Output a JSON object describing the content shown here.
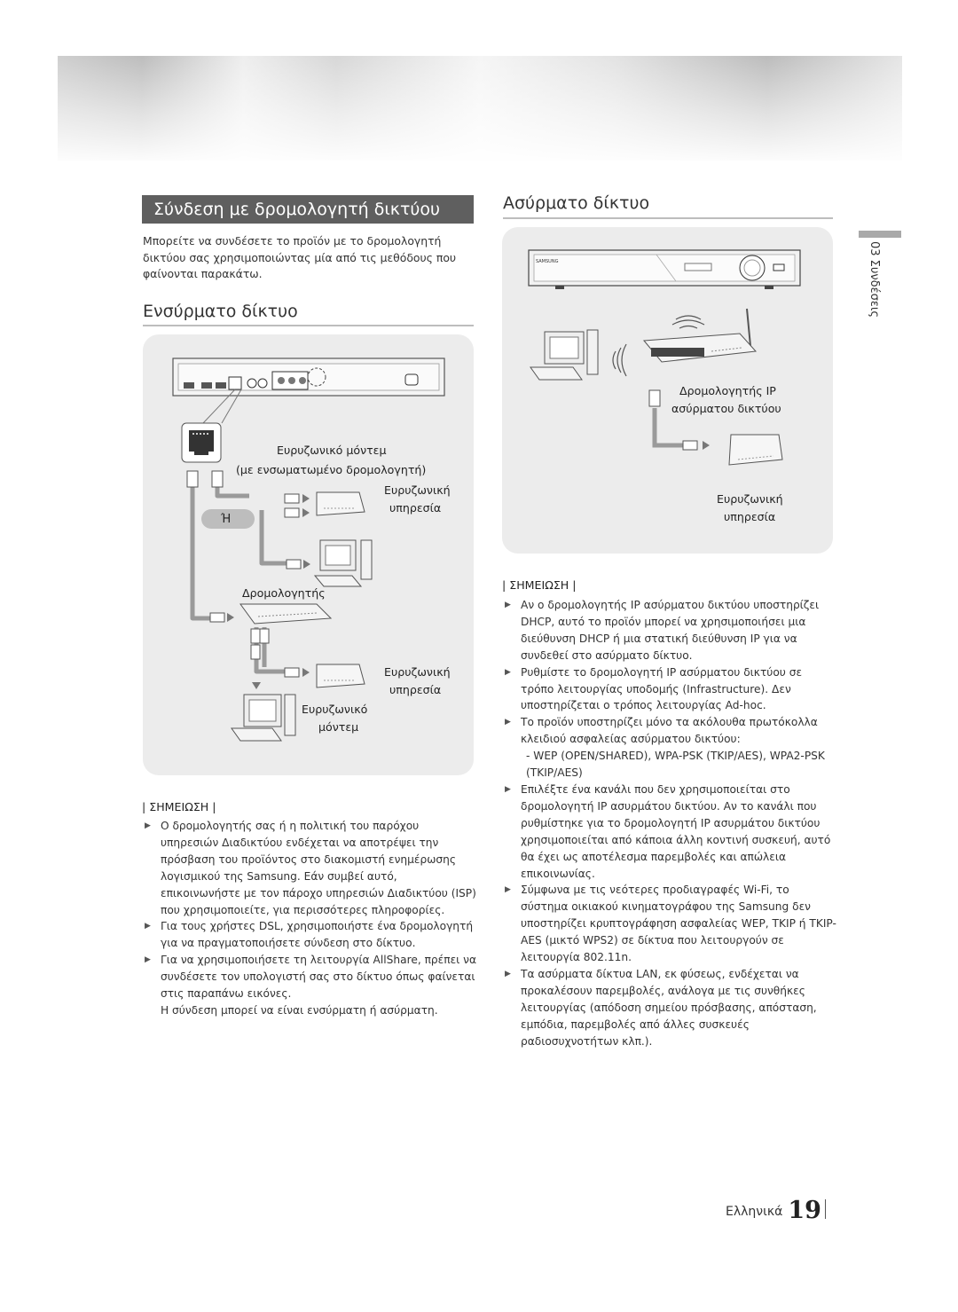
{
  "header": {
    "banner": ""
  },
  "left": {
    "section_title": "Σύνδεση με δρομολογητή δικτύου",
    "intro": "Μπορείτε να συνδέσετε το προϊόν με το δρομολογητή δικτύου σας χρησιμοποιώντας μία από τις μεθόδους που φαίνονται παρακάτω.",
    "wired_title": "Ενσύρματο δίκτυο",
    "diagram": {
      "modem_label_1": "Ευρυζωνικό μόντεμ",
      "modem_label_2": "(με ενσωματωμένο δρομολογητή)",
      "service_1a": "Ευρυζωνική",
      "service_1b": "υπηρεσία",
      "or_label": "Ή",
      "router_label": "Δρομολογητής",
      "service_2a": "Ευρυζωνική",
      "service_2b": "υπηρεσία",
      "modem2_a": "Ευρυζωνικό",
      "modem2_b": "μόντεμ"
    },
    "note_heading": "| ΣΗΜΕΙΩΣΗ |",
    "notes": [
      "Ο δρομολογητής σας ή η πολιτική του παρόχου υπηρεσιών Διαδικτύου ενδέχεται να αποτρέψει την πρόσβαση του προϊόντος στο διακομιστή ενημέρωσης λογισμικού της Samsung. Εάν συμβεί αυτό, επικοινωνήστε με τον πάροχο υπηρεσιών Διαδικτύου (ISP) που χρησιμοποιείτε, για περισσότερες πληροφορίες.",
      "Για τους χρήστες DSL, χρησιμοποιήστε ένα δρομολογητή για να πραγματοποιήσετε σύνδεση στο δίκτυο.",
      "Για να χρησιμοποιήσετε τη λειτουργία AllShare, πρέπει να συνδέσετε τον υπολογιστή σας στο δίκτυο όπως φαίνεται στις παραπάνω εικόνες."
    ],
    "notes_tail": "Η σύνδεση μπορεί να είναι ενσύρματη ή ασύρματη."
  },
  "right": {
    "wireless_title": "Ασύρματο δίκτυο",
    "diagram": {
      "brand": "SAMSUNG",
      "router_ip_1": "Δρομολογητής IP",
      "router_ip_2": "ασύρματου δικτύου",
      "service_a": "Ευρυζωνική",
      "service_b": "υπηρεσία"
    },
    "note_heading": "| ΣΗΜΕΙΩΣΗ |",
    "notes": [
      "Αν ο δρομολογητής IP ασύρματου δικτύου υποστηρίζει DHCP, αυτό το προϊόν μπορεί να χρησιμοποιήσει μια διεύθυνση DHCP ή μια στατική διεύθυνση IP για να συνδεθεί στο ασύρματο δίκτυο.",
      "Ρυθμίστε το δρομολογητή IP ασύρματου δικτύου σε τρόπο λειτουργίας υποδομής (Infrastructure). Δεν υποστηρίζεται ο τρόπος λειτουργίας Ad-hoc.",
      "Το προϊόν υποστηρίζει μόνο τα ακόλουθα πρωτόκολλα κλειδιού ασφαλείας ασύρματου δικτύου:",
      "Επιλέξτε ένα κανάλι που δεν χρησιμοποιείται στο δρομολογητή IP ασυρμάτου δικτύου. Αν το κανάλι που ρυθμίστηκε για το δρομολογητή IP ασυρμάτου δικτύου χρησιμοποιείται από κάποια άλλη κοντινή συσκευή, αυτό θα έχει ως αποτέλεσμα παρεμβολές και απώλεια επικοινωνίας.",
      "Σύμφωνα με τις νεότερες προδιαγραφές Wi-Fi, το σύστημα οικιακού κινηματογράφου της Samsung δεν υποστηρίζει κρυπτογράφηση ασφαλείας WEP, TKIP ή TKIP-AES (μικτό WPS2) σε δίκτυα που λειτουργούν σε λειτουργία 802.11n.",
      "Τα ασύρματα δίκτυα LAN, εκ φύσεως, ενδέχεται να προκαλέσουν παρεμβολές, ανάλογα με τις συνθήκες λειτουργίας (απόδοση σημείου πρόσβασης, απόσταση, εμπόδια, παρεμβολές από άλλες συσκευές ραδιοσυχνοτήτων κλπ.)."
    ],
    "protocols": "- WEP (OPEN/SHARED), WPA-PSK (TKIP/AES), WPA2-PSK (TKIP/AES)"
  },
  "side": {
    "chapter": "03 Συνδέσεις"
  },
  "footer": {
    "language": "Ελληνικά",
    "page": "19"
  }
}
